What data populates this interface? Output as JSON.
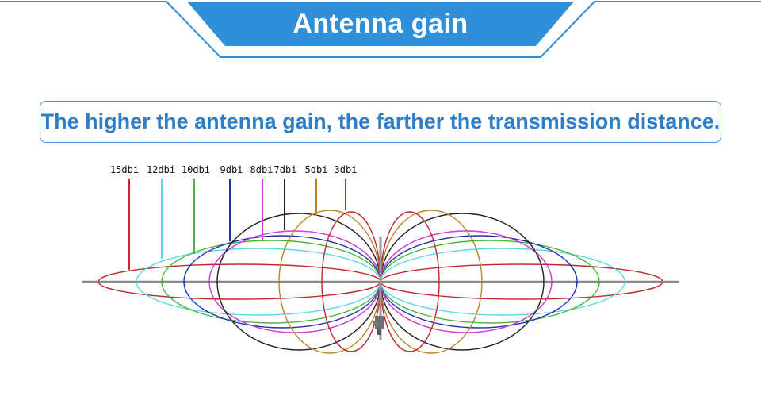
{
  "header": {
    "title": "Antenna gain",
    "accent_color": "#2f8fd8"
  },
  "subtitle": {
    "text": "The higher the antenna gain, the farther the transmission distance."
  },
  "diagram": {
    "antenna_icon": "antenna-mast-icon",
    "gain_patterns": [
      {
        "label": "15dbi",
        "color": "#c0282d"
      },
      {
        "label": "12dbi",
        "color": "#5fd6e6"
      },
      {
        "label": "10dbi",
        "color": "#44b83a"
      },
      {
        "label": "9dbi",
        "color": "#2230b0"
      },
      {
        "label": "8dbi",
        "color": "#d236d8"
      },
      {
        "label": "7dbi",
        "color": "#222222"
      },
      {
        "label": "5dbi",
        "color": "#b8862a"
      },
      {
        "label": "3dbi",
        "color": "#c0282d"
      }
    ]
  }
}
